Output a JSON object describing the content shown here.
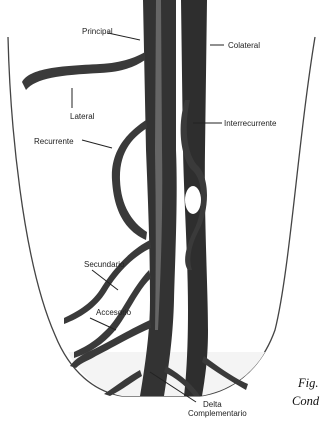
{
  "labels": {
    "principal": "Principal",
    "colateral": "Colateral",
    "lateral": "Lateral",
    "interrecurrente": "Interrecurrente",
    "recurrente": "Recurrente",
    "secundario": "Secundario",
    "accesorio": "Accesorio",
    "delta_line1": "Delta",
    "delta_line2": "Complementario"
  },
  "caption": {
    "line1": "Fig.",
    "line2": "Cond"
  },
  "colors": {
    "canal": "#3a3a3a",
    "canal_highlight": "#8a8a8a",
    "outline": "#444444",
    "label_text": "#222222"
  }
}
